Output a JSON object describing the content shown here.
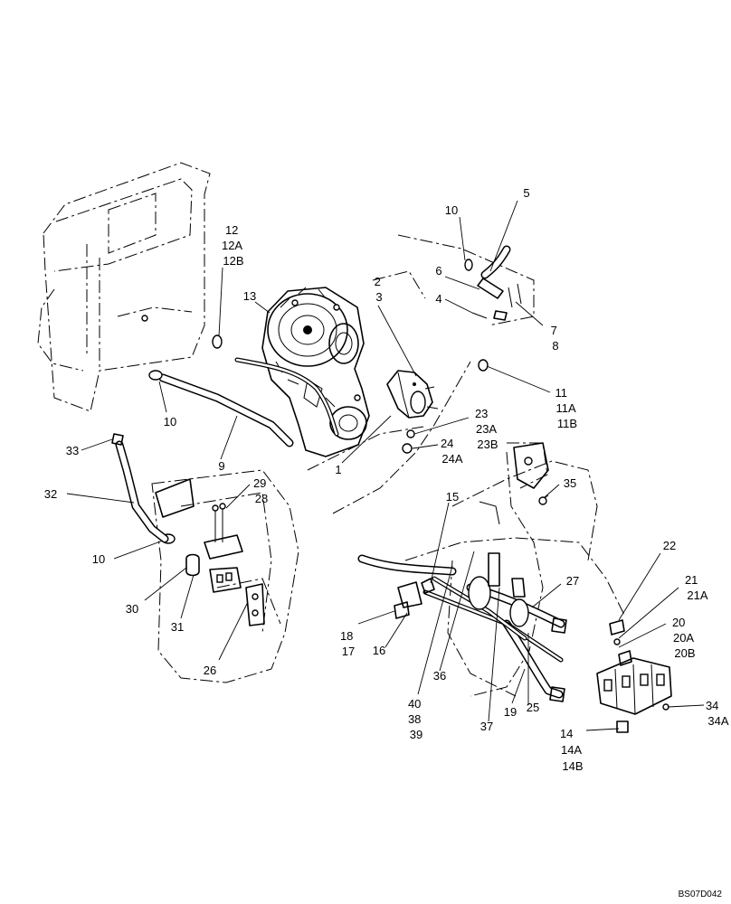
{
  "callouts": [
    {
      "id": "c5",
      "lines": [
        "5"
      ]
    },
    {
      "id": "c10a",
      "lines": [
        "10"
      ]
    },
    {
      "id": "c12",
      "lines": [
        "12",
        "12A",
        "12B"
      ]
    },
    {
      "id": "c6",
      "lines": [
        "6"
      ]
    },
    {
      "id": "c2",
      "lines": [
        "2",
        "3"
      ]
    },
    {
      "id": "c13",
      "lines": [
        "13"
      ]
    },
    {
      "id": "c4",
      "lines": [
        "4"
      ]
    },
    {
      "id": "c7",
      "lines": [
        "7",
        "8"
      ]
    },
    {
      "id": "c11",
      "lines": [
        "11",
        "11A",
        "11B"
      ]
    },
    {
      "id": "c10b",
      "lines": [
        "10"
      ]
    },
    {
      "id": "c23",
      "lines": [
        "23",
        "23A",
        "23B"
      ]
    },
    {
      "id": "c24",
      "lines": [
        "24",
        "24A"
      ]
    },
    {
      "id": "c33",
      "lines": [
        "33"
      ]
    },
    {
      "id": "c9",
      "lines": [
        "9"
      ]
    },
    {
      "id": "c1",
      "lines": [
        "1"
      ]
    },
    {
      "id": "c35",
      "lines": [
        "35"
      ]
    },
    {
      "id": "c29",
      "lines": [
        "29",
        "28"
      ]
    },
    {
      "id": "c32",
      "lines": [
        "32"
      ]
    },
    {
      "id": "c15",
      "lines": [
        "15"
      ]
    },
    {
      "id": "c22",
      "lines": [
        "22"
      ]
    },
    {
      "id": "c10c",
      "lines": [
        "10"
      ]
    },
    {
      "id": "c27",
      "lines": [
        "27"
      ]
    },
    {
      "id": "c21",
      "lines": [
        "21",
        "21A"
      ]
    },
    {
      "id": "c30",
      "lines": [
        "30"
      ]
    },
    {
      "id": "c18",
      "lines": [
        "18",
        "17"
      ]
    },
    {
      "id": "c16",
      "lines": [
        "16"
      ]
    },
    {
      "id": "c31",
      "lines": [
        "31"
      ]
    },
    {
      "id": "c20",
      "lines": [
        "20",
        "20A",
        "20B"
      ]
    },
    {
      "id": "c26",
      "lines": [
        "26"
      ]
    },
    {
      "id": "c36",
      "lines": [
        "36"
      ]
    },
    {
      "id": "c40",
      "lines": [
        "40",
        "38",
        "39"
      ]
    },
    {
      "id": "c19",
      "lines": [
        "19"
      ]
    },
    {
      "id": "c25",
      "lines": [
        "25"
      ]
    },
    {
      "id": "c37",
      "lines": [
        "37"
      ]
    },
    {
      "id": "c34",
      "lines": [
        "34",
        "34A"
      ]
    },
    {
      "id": "c14",
      "lines": [
        "14",
        "14A",
        "14B"
      ]
    }
  ],
  "figure_ref": "BS07D042"
}
